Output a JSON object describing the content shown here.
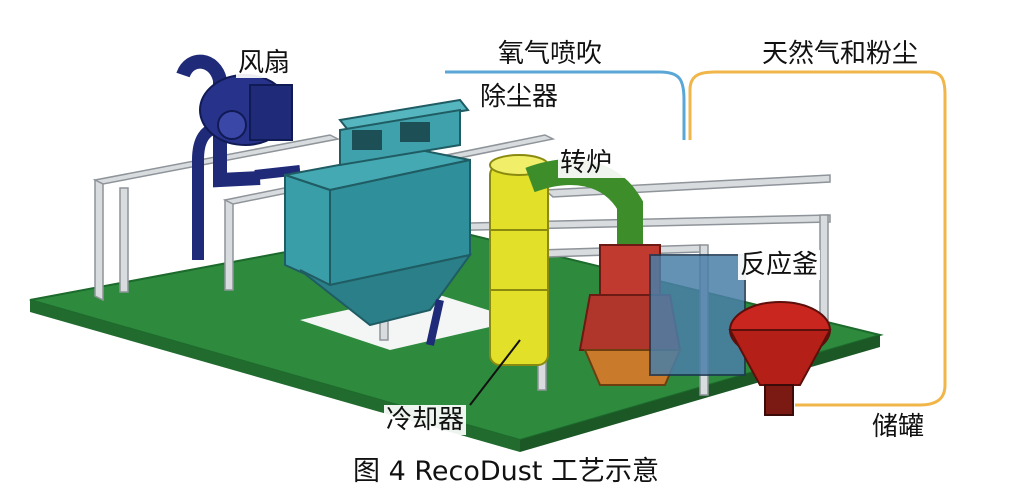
{
  "labels": {
    "fan": "风扇",
    "oxygen": "氧气喷吹",
    "gas_powder": "天然气和粉尘",
    "dust_collector": "除尘器",
    "converter": "转炉",
    "reactor": "反应釜",
    "cooler": "冷却器",
    "storage": "储罐"
  },
  "caption": "图 4   RecoDust 工艺示意",
  "colors": {
    "platform": "#2e8b3e",
    "frame": "#d8dcdf",
    "fan": "#1f2a78",
    "dust_collector": "#2f8f9a",
    "cooler": "#e3e02a",
    "duct": "#3d8d2a",
    "converter": "#c13a2f",
    "base": "#c97a2a",
    "reactor": "#c8261e",
    "oxygen_line": "#5aa6d6",
    "gas_line": "#f0b64a"
  }
}
